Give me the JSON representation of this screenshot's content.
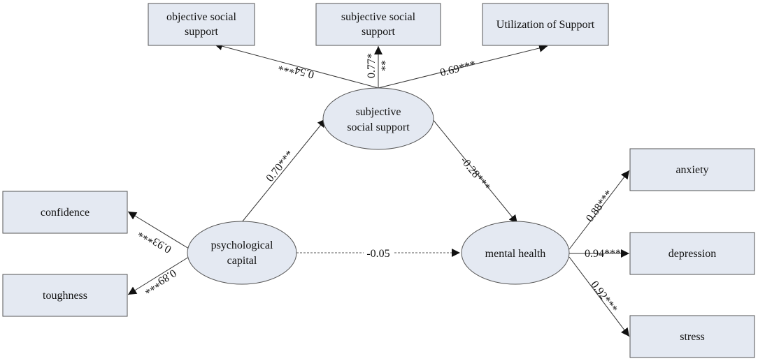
{
  "nodes": {
    "objective_social_support": {
      "line1": "objective social",
      "line2": "support"
    },
    "subjective_social_support_box": {
      "line1": "subjective social",
      "line2": "support"
    },
    "utilization_of_support": {
      "line1": "Utilization of Support"
    },
    "subjective_social_support_latent": {
      "line1": "subjective",
      "line2": "social support"
    },
    "confidence": {
      "line1": "confidence"
    },
    "toughness": {
      "line1": "toughness"
    },
    "psychological_capital": {
      "line1": "psychological",
      "line2": "capital"
    },
    "mental_health": {
      "line1": "mental health"
    },
    "anxiety": {
      "line1": "anxiety"
    },
    "depression": {
      "line1": "depression"
    },
    "stress": {
      "line1": "stress"
    }
  },
  "edges": {
    "sss_to_objective": {
      "label": "0.54***"
    },
    "sss_to_subjective_a": {
      "label": "0.77*"
    },
    "sss_to_subjective_b": {
      "label": "**"
    },
    "sss_to_utilization": {
      "label": "0.69***"
    },
    "pc_to_sss": {
      "label": "0.70***"
    },
    "sss_to_mh": {
      "label": "-0.28***"
    },
    "pc_to_mh": {
      "label": "-0.05"
    },
    "pc_to_confidence": {
      "label": "0.93***"
    },
    "pc_to_toughness": {
      "label": "0.89***"
    },
    "mh_to_anxiety": {
      "label": "0.88***"
    },
    "mh_to_depression": {
      "label": "0.94***"
    },
    "mh_to_stress": {
      "label": "0.92***"
    }
  }
}
